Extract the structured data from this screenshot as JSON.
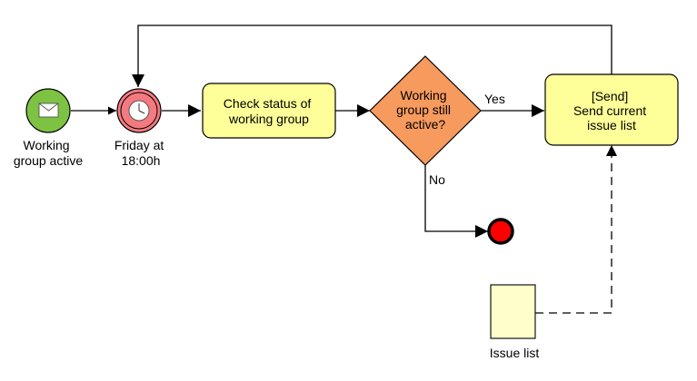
{
  "colors": {
    "start_event_fill": "#7dc242",
    "timer_event_fill": "#f47a80",
    "task_fill": "#ffff99",
    "gateway_fill": "#f79a5e",
    "end_event_fill": "#ff0000",
    "data_object_fill": "#ffffcc",
    "stroke": "#000000"
  },
  "start_event": {
    "icon": "envelope-icon",
    "label_lines": [
      "Working",
      "group active"
    ]
  },
  "timer_event": {
    "icon": "clock-icon",
    "label_lines": [
      "Friday at",
      "18:00h"
    ]
  },
  "task_check": {
    "label_lines": [
      "Check status of",
      "working group"
    ]
  },
  "gateway": {
    "label_lines": [
      "Working",
      "group still",
      "active?"
    ],
    "yes_label": "Yes",
    "no_label": "No"
  },
  "task_send": {
    "label_lines": [
      "[Send]",
      "Send current",
      "issue list"
    ]
  },
  "data_object": {
    "label": "Issue list"
  }
}
